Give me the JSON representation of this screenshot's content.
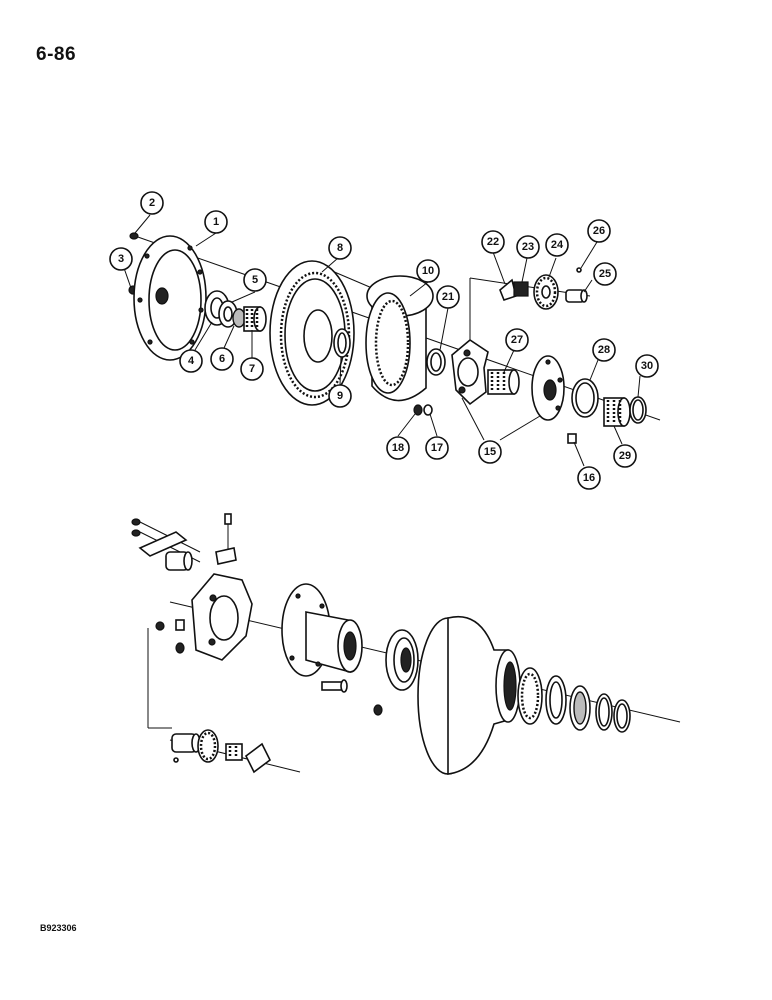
{
  "page": {
    "number": "6-86",
    "figure_code": "B923306"
  },
  "callouts": {
    "c1": "1",
    "c2": "2",
    "c3": "3",
    "c4": "4",
    "c5": "5",
    "c6": "6",
    "c7": "7",
    "c8": "8",
    "c9": "9",
    "c10": "10",
    "c15": "15",
    "c16": "16",
    "c17": "17",
    "c18": "18",
    "c21": "21",
    "c22": "22",
    "c23": "23",
    "c24": "24",
    "c25": "25",
    "c26": "26",
    "c27": "27",
    "c28": "28",
    "c29": "29",
    "c30": "30"
  }
}
